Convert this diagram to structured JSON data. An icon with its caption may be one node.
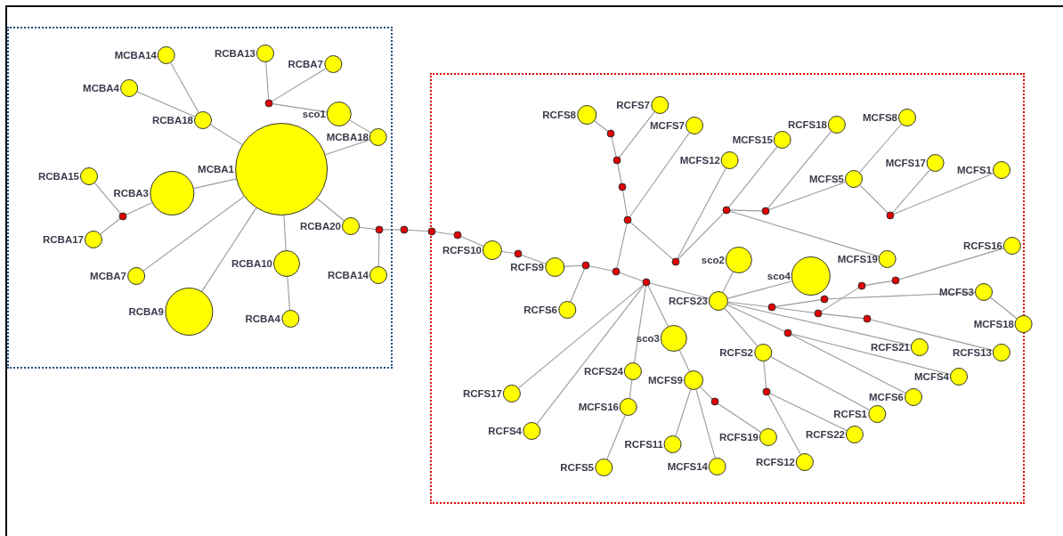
{
  "diagram": {
    "nodes": [
      {
        "text": [],
        "shape": "box"
      },
      {
        "text": [
          "MCBA14"
        ],
        "in": 0
      },
      {
        "text": [
          "RCBA13"
        ],
        "in": 0
      },
      {
        "text": [
          "RCBA7"
        ],
        "in": 0
      },
      {
        "text": [
          "MCBA4"
        ],
        "in": 0
      },
      {
        "text": [],
        "shape": "circle",
        "in": 0
      },
      {
        "text": [
          "sco1"
        ],
        "in": 0
      },
      {
        "text": [
          "RCBA18"
        ],
        "in": 0
      },
      {
        "text": [
          "MCBA18"
        ],
        "in": 0
      },
      {
        "text": [
          "MCBA1"
        ],
        "in": 0
      },
      {
        "text": [
          "RCBA15"
        ],
        "in": 0
      },
      {
        "text": [
          "RCBA3"
        ],
        "in": 0
      },
      {
        "text": [],
        "shape": "circle",
        "in": 0
      },
      {
        "text": [
          "RCBA20"
        ],
        "in": 0
      },
      {
        "text": [],
        "shape": "circle",
        "in": 0
      },
      {
        "text": [
          "RCBA17"
        ],
        "in": 0
      },
      {
        "text": [
          "RCBA10"
        ],
        "in": 0
      },
      {
        "text": [
          "RCBA14"
        ],
        "in": 0
      },
      {
        "text": [
          "MCBA7"
        ],
        "in": 0
      },
      {
        "text": [
          "RCBA9"
        ],
        "in": 0
      },
      {
        "text": [
          "RCBA4"
        ],
        "in": 0
      },
      {
        "text": [],
        "shape": "box"
      },
      {
        "text": [],
        "shape": "circle"
      },
      {
        "text": [],
        "shape": "circle"
      },
      {
        "text": [],
        "shape": "circle",
        "in": 21
      },
      {
        "text": [
          "RCFS7"
        ],
        "in": 21
      },
      {
        "text": [
          "RCFS8"
        ],
        "in": 21
      },
      {
        "text": [
          "MCFS8"
        ],
        "in": 21
      },
      {
        "text": [
          "MCFS7"
        ],
        "in": 21
      },
      {
        "text": [
          "RCFS18"
        ],
        "in": 21
      },
      {
        "text": [],
        "shape": "circle",
        "in": 21
      },
      {
        "text": [
          "MCFS15"
        ],
        "in": 21
      },
      {
        "text": [
          "MCFS12"
        ],
        "in": 21
      },
      {
        "text": [],
        "shape": "circle",
        "in": 21
      },
      {
        "text": [
          "MCFS17"
        ],
        "in": 21
      },
      {
        "text": [
          "MCFS1"
        ],
        "in": 21
      },
      {
        "text": [
          "MCFS5"
        ],
        "in": 21
      },
      {
        "text": [],
        "shape": "circle",
        "in": 21
      },
      {
        "text": [],
        "shape": "circle",
        "in": 21
      },
      {
        "text": [],
        "shape": "circle",
        "in": 21
      },
      {
        "text": [],
        "shape": "circle",
        "in": 21
      },
      {
        "text": [],
        "shape": "circle",
        "in": 21
      },
      {
        "text": [
          "RCFS16"
        ],
        "in": 21
      },
      {
        "text": [
          "RCFS10"
        ],
        "in": 21
      },
      {
        "text": [],
        "shape": "circle",
        "in": 21
      },
      {
        "text": [
          "MCFS19"
        ],
        "in": 21
      },
      {
        "text": [
          "sco2"
        ],
        "in": 21
      },
      {
        "text": [],
        "shape": "circle",
        "in": 21
      },
      {
        "text": [],
        "shape": "circle",
        "in": 21
      },
      {
        "text": [
          "RCFS9"
        ],
        "in": 21
      },
      {
        "text": [],
        "shape": "circle",
        "in": 21
      },
      {
        "text": [
          "sco4"
        ],
        "in": 21
      },
      {
        "text": [],
        "shape": "circle",
        "in": 21
      },
      {
        "text": [],
        "shape": "circle",
        "in": 21
      },
      {
        "text": [],
        "shape": "circle",
        "in": 21
      },
      {
        "text": [
          "MCFS3"
        ],
        "in": 21
      },
      {
        "text": [],
        "shape": "circle",
        "in": 21
      },
      {
        "text": [
          "RCFS23"
        ],
        "in": 21
      },
      {
        "text": [],
        "shape": "circle",
        "in": 21
      },
      {
        "text": [
          "RCFS6"
        ],
        "in": 21
      },
      {
        "text": [],
        "shape": "circle",
        "in": 21
      },
      {
        "text": [],
        "shape": "circle",
        "in": 21
      },
      {
        "text": [
          "MCFS18"
        ]
      },
      {
        "text": [],
        "shape": "circle",
        "in": 21
      },
      {
        "text": [
          "sco3"
        ],
        "in": 21
      },
      {
        "text": [
          "RCFS21"
        ],
        "in": 21
      },
      {
        "text": [
          "RCFS2"
        ],
        "in": 21
      },
      {
        "text": [
          "RCFS13"
        ],
        "in": 21
      },
      {
        "text": [
          "RCFS24"
        ],
        "in": 21
      },
      {
        "text": [
          "MCFS4"
        ],
        "in": 21
      },
      {
        "text": [
          "MCFS9"
        ],
        "in": 21
      },
      {
        "text": [],
        "shape": "circle",
        "in": 21
      },
      {
        "text": [
          "RCFS17"
        ],
        "in": 21
      },
      {
        "text": [
          "MCFS6"
        ],
        "in": 21
      },
      {
        "text": [],
        "shape": "circle",
        "in": 21
      },
      {
        "text": [
          "MCFS16"
        ],
        "in": 21
      },
      {
        "text": [
          "RCFS1"
        ],
        "in": 21
      },
      {
        "text": [
          "RCFS4"
        ],
        "in": 21
      },
      {
        "text": [
          "RCFS22"
        ],
        "in": 21
      },
      {
        "text": [
          "RCFS19"
        ],
        "in": 21
      },
      {
        "text": [
          "RCFS11"
        ],
        "in": 21
      },
      {
        "text": [
          "RCFS12"
        ],
        "in": 21
      },
      {
        "text": [
          "MCFS14"
        ],
        "in": 21
      },
      {
        "text": [
          "RCFS5"
        ],
        "in": 21
      }
    ],
    "edges": [
      {
        "from": 1,
        "to": 7,
        "arrow": "none"
      },
      {
        "from": 4,
        "to": 7,
        "arrow": "none"
      },
      {
        "from": 7,
        "to": 9,
        "arrow": "none"
      },
      {
        "from": 2,
        "to": 5,
        "arrow": "none"
      },
      {
        "from": 3,
        "to": 5,
        "arrow": "none"
      },
      {
        "from": 5,
        "to": 6,
        "arrow": "none"
      },
      {
        "from": 6,
        "to": 8,
        "arrow": "none"
      },
      {
        "from": 8,
        "to": 9,
        "arrow": "none"
      },
      {
        "from": 9,
        "to": 11,
        "arrow": "none"
      },
      {
        "from": 11,
        "to": 12,
        "arrow": "none"
      },
      {
        "from": 10,
        "to": 12,
        "arrow": "none"
      },
      {
        "from": 15,
        "to": 12,
        "arrow": "none"
      },
      {
        "from": 9,
        "to": 18,
        "arrow": "none"
      },
      {
        "from": 9,
        "to": 19,
        "arrow": "none"
      },
      {
        "from": 9,
        "to": 16,
        "arrow": "none"
      },
      {
        "from": 16,
        "to": 20,
        "arrow": "none"
      },
      {
        "from": 9,
        "to": 13,
        "arrow": "none"
      },
      {
        "from": 13,
        "to": 14,
        "arrow": "none"
      },
      {
        "from": 14,
        "to": 17,
        "arrow": "none"
      },
      {
        "from": 14,
        "to": 22,
        "arrow": "none"
      },
      {
        "from": 22,
        "to": 23,
        "arrow": "none"
      },
      {
        "from": 23,
        "to": 24,
        "arrow": "none"
      },
      {
        "from": 24,
        "to": 43,
        "arrow": "none"
      },
      {
        "from": 43,
        "to": 44,
        "arrow": "none"
      },
      {
        "from": 44,
        "to": 49,
        "arrow": "none"
      },
      {
        "from": 49,
        "to": 48,
        "arrow": "none"
      },
      {
        "from": 48,
        "to": 59,
        "arrow": "none"
      },
      {
        "from": 48,
        "to": 50,
        "arrow": "none"
      },
      {
        "from": 50,
        "to": 53,
        "arrow": "none"
      },
      {
        "from": 53,
        "to": 57,
        "arrow": "none"
      },
      {
        "from": 50,
        "to": 41,
        "arrow": "none"
      },
      {
        "from": 41,
        "to": 37,
        "arrow": "none"
      },
      {
        "from": 37,
        "to": 33,
        "arrow": "none"
      },
      {
        "from": 33,
        "to": 30,
        "arrow": "none"
      },
      {
        "from": 30,
        "to": 26,
        "arrow": "none"
      },
      {
        "from": 33,
        "to": 25,
        "arrow": "none"
      },
      {
        "from": 41,
        "to": 28,
        "arrow": "none"
      },
      {
        "from": 41,
        "to": 47,
        "arrow": "none"
      },
      {
        "from": 47,
        "to": 32,
        "arrow": "none"
      },
      {
        "from": 47,
        "to": 38,
        "arrow": "none"
      },
      {
        "from": 38,
        "to": 31,
        "arrow": "none"
      },
      {
        "from": 38,
        "to": 39,
        "arrow": "none"
      },
      {
        "from": 39,
        "to": 29,
        "arrow": "none"
      },
      {
        "from": 39,
        "to": 36,
        "arrow": "none"
      },
      {
        "from": 36,
        "to": 27,
        "arrow": "none"
      },
      {
        "from": 36,
        "to": 40,
        "arrow": "none"
      },
      {
        "from": 40,
        "to": 34,
        "arrow": "none"
      },
      {
        "from": 40,
        "to": 35,
        "arrow": "none"
      },
      {
        "from": 38,
        "to": 45,
        "arrow": "none"
      },
      {
        "from": 53,
        "to": 72,
        "arrow": "none"
      },
      {
        "from": 53,
        "to": 77,
        "arrow": "none"
      },
      {
        "from": 53,
        "to": 68,
        "arrow": "none"
      },
      {
        "from": 68,
        "to": 75,
        "arrow": "none"
      },
      {
        "from": 75,
        "to": 83,
        "arrow": "none"
      },
      {
        "from": 53,
        "to": 64,
        "arrow": "none"
      },
      {
        "from": 64,
        "to": 70,
        "arrow": "none"
      },
      {
        "from": 70,
        "to": 80,
        "arrow": "none"
      },
      {
        "from": 70,
        "to": 82,
        "arrow": "none"
      },
      {
        "from": 70,
        "to": 74,
        "arrow": "none"
      },
      {
        "from": 74,
        "to": 79,
        "arrow": "none"
      },
      {
        "from": 57,
        "to": 46,
        "arrow": "none"
      },
      {
        "from": 57,
        "to": 51,
        "arrow": "none"
      },
      {
        "from": 57,
        "to": 58,
        "arrow": "none"
      },
      {
        "from": 58,
        "to": 56,
        "arrow": "none"
      },
      {
        "from": 56,
        "to": 55,
        "arrow": "none"
      },
      {
        "from": 55,
        "to": 62,
        "arrow": "none"
      },
      {
        "from": 58,
        "to": 60,
        "arrow": "none"
      },
      {
        "from": 60,
        "to": 54,
        "arrow": "none"
      },
      {
        "from": 54,
        "to": 52,
        "arrow": "none"
      },
      {
        "from": 52,
        "to": 42,
        "arrow": "none"
      },
      {
        "from": 60,
        "to": 61,
        "arrow": "none"
      },
      {
        "from": 61,
        "to": 67,
        "arrow": "none"
      },
      {
        "from": 57,
        "to": 65,
        "arrow": "none"
      },
      {
        "from": 57,
        "to": 63,
        "arrow": "none"
      },
      {
        "from": 63,
        "to": 69,
        "arrow": "none"
      },
      {
        "from": 63,
        "to": 73,
        "arrow": "none"
      },
      {
        "from": 57,
        "to": 66,
        "arrow": "none"
      },
      {
        "from": 66,
        "to": 76,
        "arrow": "none"
      },
      {
        "from": 66,
        "to": 71,
        "arrow": "none"
      },
      {
        "from": 71,
        "to": 78,
        "arrow": "none"
      },
      {
        "from": 71,
        "to": 81,
        "arrow": "none"
      }
    ]
  }
}
